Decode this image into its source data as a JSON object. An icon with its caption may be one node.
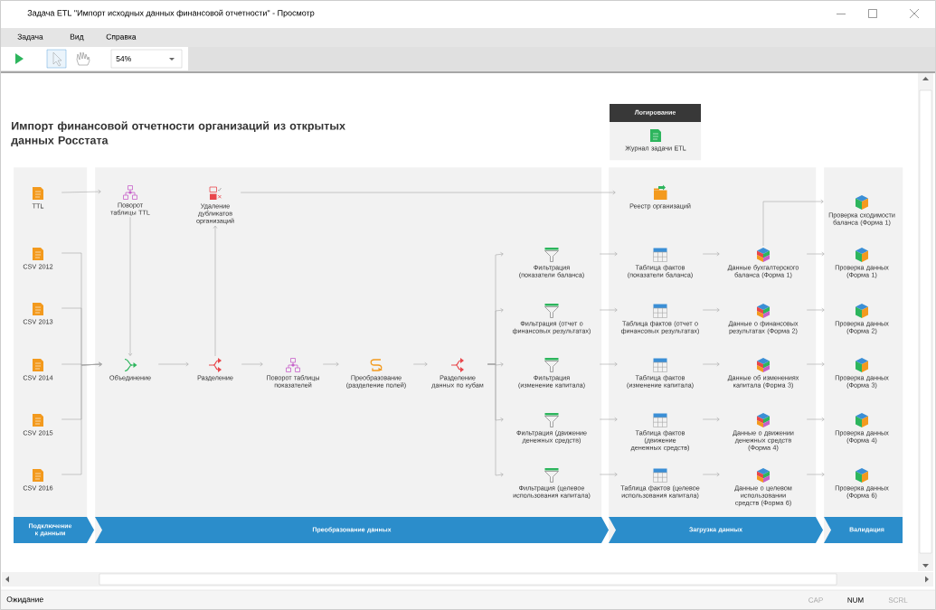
{
  "diagram": {
    "title": "Импорт финансовой отчетности организаций из открытых данных Росстата",
    "nodes": [
      {
        "text": [
          "Подключение к данным"
        ]
      },
      {
        "text": [
          "TTL"
        ],
        "in": 0
      },
      {
        "text": [
          "CSV 2012"
        ],
        "in": 0
      },
      {
        "text": [
          "CSV 2013"
        ],
        "in": 0
      },
      {
        "text": [
          "CSV 2014"
        ],
        "in": 0
      },
      {
        "text": [
          "CSV 2015"
        ],
        "in": 0
      },
      {
        "text": [
          "CSV 2016"
        ],
        "in": 0
      },
      {
        "text": [
          "Преобразование данных"
        ]
      },
      {
        "text": [
          "Поворот таблицы TTL"
        ],
        "in": 7
      },
      {
        "text": [
          "Удаление дубликатов организаций"
        ],
        "in": 7
      },
      {
        "text": [
          "Объединение"
        ],
        "in": 7
      },
      {
        "text": [
          "Разделение"
        ],
        "in": 7
      },
      {
        "text": [
          "Поворот таблицы показателей"
        ],
        "in": 7
      },
      {
        "text": [
          "Преобразование (разделение полей)"
        ],
        "in": 7
      },
      {
        "text": [
          "Разделение данных по кубам"
        ],
        "in": 7
      },
      {
        "text": [
          "Фильтрация (показатели баланса)"
        ],
        "in": 7
      },
      {
        "text": [
          "Фильтрация (отчет о финансовых результатах)"
        ],
        "in": 7
      },
      {
        "text": [
          "Фильтрация (изменение капитала)"
        ],
        "in": 7
      },
      {
        "text": [
          "Фильтрация (движение денежных средств)"
        ],
        "in": 7
      },
      {
        "text": [
          "Фильтрация (целевое использования капитала)"
        ],
        "in": 7
      },
      {
        "text": [
          "Логирование"
        ]
      },
      {
        "text": [
          "Журнал задачи ETL"
        ],
        "in": 20
      },
      {
        "text": [
          "Загрузка данных"
        ]
      },
      {
        "text": [
          "Реестр организаций"
        ],
        "in": 22
      },
      {
        "text": [
          "Таблица фактов (показатели баланса)"
        ],
        "in": 22
      },
      {
        "text": [
          "Таблица фактов (отчет о финансовых результатах)"
        ],
        "in": 22
      },
      {
        "text": [
          "Таблица фактов (изменение капитала)"
        ],
        "in": 22
      },
      {
        "text": [
          "Таблица фактов (движение денежных средств)"
        ],
        "in": 22
      },
      {
        "text": [
          "Таблица фактов (целевое использования капитала)"
        ],
        "in": 22
      },
      {
        "text": [
          "Данные бухгалтерского баланса (Форма 1)"
        ],
        "in": 22
      },
      {
        "text": [
          "Данные о финансовых результатах (Форма 2)"
        ],
        "in": 22
      },
      {
        "text": [
          "Данные об изменениях капитала (Форма 3)"
        ],
        "in": 22
      },
      {
        "text": [
          "Данные о движении денежных средств (Форма 4)"
        ],
        "in": 22
      },
      {
        "text": [
          "Данные о целевом использовании средств (Форма 6)"
        ],
        "in": 22
      },
      {
        "text": [
          "Валидация"
        ]
      },
      {
        "text": [
          "Проверка сходимости баланса (Форма 1)"
        ],
        "in": 34
      },
      {
        "text": [
          "Проверка данных (Форма 1)"
        ],
        "in": 34
      },
      {
        "text": [
          "Проверка данных (Форма 2)"
        ],
        "in": 34
      },
      {
        "text": [
          "Проверка данных (Форма 3)"
        ],
        "in": 34
      },
      {
        "text": [
          "Проверка данных (Форма 4)"
        ],
        "in": 34
      },
      {
        "text": [
          "Проверка данных (Форма 6)"
        ],
        "in": 34
      }
    ],
    "edges": [
      {
        "from": 1,
        "to": 8,
        "arrow": "to"
      },
      {
        "from": 2,
        "to": 10,
        "arrow": "to"
      },
      {
        "from": 3,
        "to": 10,
        "arrow": "to"
      },
      {
        "from": 4,
        "to": 10,
        "arrow": "to"
      },
      {
        "from": 5,
        "to": 10,
        "arrow": "to"
      },
      {
        "from": 6,
        "to": 10,
        "arrow": "to"
      },
      {
        "from": 8,
        "to": 10,
        "arrow": "to"
      },
      {
        "from": 10,
        "to": 11,
        "arrow": "to"
      },
      {
        "from": 11,
        "to": 9,
        "arrow": "to"
      },
      {
        "from": 9,
        "to": 23,
        "arrow": "to"
      },
      {
        "from": 11,
        "to": 12,
        "arrow": "to"
      },
      {
        "from": 12,
        "to": 13,
        "arrow": "to"
      },
      {
        "from": 13,
        "to": 14,
        "arrow": "to"
      },
      {
        "from": 14,
        "to": 15,
        "arrow": "to"
      },
      {
        "from": 14,
        "to": 16,
        "arrow": "to"
      },
      {
        "from": 14,
        "to": 17,
        "arrow": "to"
      },
      {
        "from": 14,
        "to": 18,
        "arrow": "to"
      },
      {
        "from": 14,
        "to": 19,
        "arrow": "to"
      },
      {
        "from": 15,
        "to": 24,
        "arrow": "to"
      },
      {
        "from": 16,
        "to": 25,
        "arrow": "to"
      },
      {
        "from": 17,
        "to": 26,
        "arrow": "to"
      },
      {
        "from": 18,
        "to": 27,
        "arrow": "to"
      },
      {
        "from": 19,
        "to": 28,
        "arrow": "to"
      },
      {
        "from": 24,
        "to": 29,
        "arrow": "to"
      },
      {
        "from": 25,
        "to": 30,
        "arrow": "to"
      },
      {
        "from": 26,
        "to": 31,
        "arrow": "to"
      },
      {
        "from": 27,
        "to": 32,
        "arrow": "to"
      },
      {
        "from": 28,
        "to": 33,
        "arrow": "to"
      },
      {
        "from": 29,
        "to": 35,
        "arrow": "to"
      },
      {
        "from": 29,
        "to": 36,
        "arrow": "to"
      },
      {
        "from": 30,
        "to": 37,
        "arrow": "to"
      },
      {
        "from": 31,
        "to": 38,
        "arrow": "to"
      },
      {
        "from": 32,
        "to": 39,
        "arrow": "to"
      },
      {
        "from": 33,
        "to": 40,
        "arrow": "to"
      }
    ],
    "labels": [
      "Задача ETL \"Импорт исходных данных финансовой отчетности\" - Просмотр",
      "Задача",
      "Вид",
      "Справка",
      "54%",
      "Ожидание",
      "CAP",
      "NUM",
      "SCRL"
    ]
  }
}
